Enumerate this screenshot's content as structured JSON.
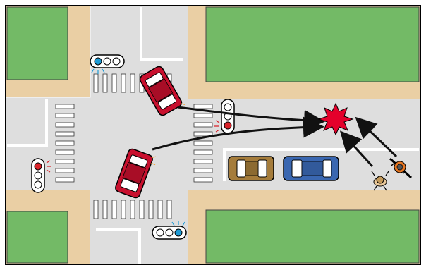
{
  "colors": {
    "grass": "#73ba66",
    "sidewalk": "#eacfa4",
    "road": "#dedede",
    "marking": "#ffffff",
    "car_red": "#c8102e",
    "car_brown": "#a57c3b",
    "car_blue": "#3a67b1",
    "signal_blue": "#1e9bd6",
    "signal_red": "#d9232a",
    "arrow": "#111111",
    "impact": "#e4002b"
  },
  "icons": {
    "traffic_light": "traffic-light-icon",
    "car": "car-icon",
    "pedestrian": "pedestrian-icon",
    "motorcyclist": "motorcyclist-icon",
    "collision": "collision-burst-icon"
  },
  "signals": [
    {
      "id": "north",
      "active": "blue",
      "orientation": "horizontal"
    },
    {
      "id": "east",
      "active": "red",
      "orientation": "vertical"
    },
    {
      "id": "west",
      "active": "red",
      "orientation": "vertical"
    },
    {
      "id": "south",
      "active": "blue",
      "orientation": "horizontal"
    }
  ],
  "vehicles": [
    {
      "id": "red-car-north",
      "color": "red",
      "state": "turning"
    },
    {
      "id": "red-car-south",
      "color": "red",
      "state": "turning"
    },
    {
      "id": "brown-car",
      "color": "brown",
      "state": "parked"
    },
    {
      "id": "blue-car",
      "color": "blue",
      "state": "parked"
    }
  ],
  "road_users": [
    {
      "id": "pedestrian",
      "type": "pedestrian"
    },
    {
      "id": "motorcyclist",
      "type": "motorcyclist"
    }
  ]
}
